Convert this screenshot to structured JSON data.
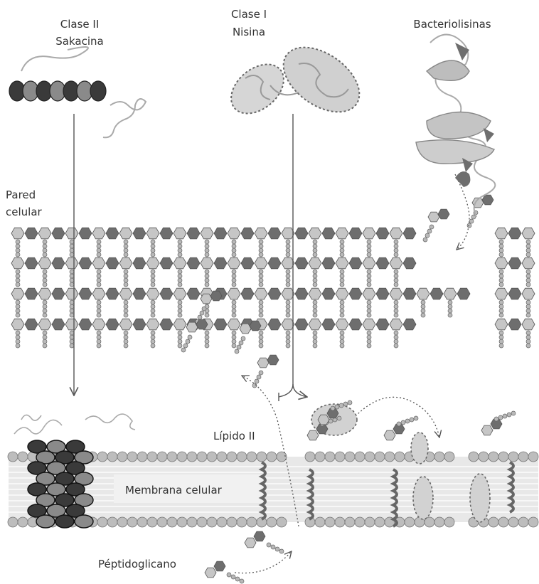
{
  "labels": {
    "clase2_line1": "Clase II",
    "clase2_line2": "Sakacina",
    "clase1_line1": "Clase I",
    "clase1_line2": "Nisina",
    "bacteriolisinas": "Bacteriolisinas",
    "pared_line1": "Pared",
    "pared_line2": "celular",
    "lipido": "Lípido II",
    "membrana": "Membrana celular",
    "peptido": "Péptidoglicano"
  },
  "colors": {
    "dark_hexagon": "#6e6e6e",
    "light_hexagon": "#c6c6c6",
    "peptide_bead": "#b9b9b9",
    "membrane_head": "#bdbdbd",
    "membrane_band": "#e3e3e3",
    "helix_dark": "#3a3a3a",
    "helix_mid": "#8a8a8a",
    "nisin_fill": "#d2d2d2",
    "line": "#555555",
    "text": "#333333"
  }
}
